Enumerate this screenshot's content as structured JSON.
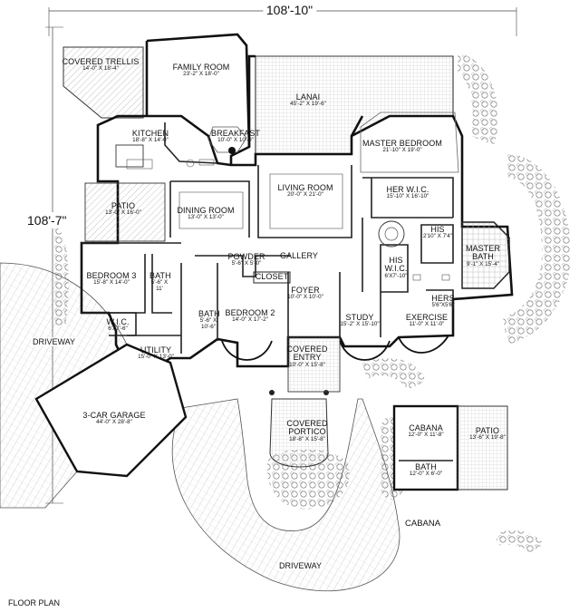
{
  "dimensions": {
    "overall_width": "108'-10\"",
    "overall_depth": "108'-7\""
  },
  "caption": "FLOOR PLAN",
  "cabana_caption": "CABANA",
  "driveways": {
    "left": "DRIVEWAY",
    "bottom": "DRIVEWAY"
  },
  "rooms": {
    "covered_trellis": {
      "name": "COVERED TRELLIS",
      "dim": "14'-0\" X 18'-4\""
    },
    "family_room": {
      "name": "FAMILY ROOM",
      "dim": "23'-2\" X 18'-0\""
    },
    "lanai": {
      "name": "LANAI",
      "dim": "45'-2\" X 19'-6\""
    },
    "kitchen": {
      "name": "KITCHEN",
      "dim": "18'-8\" X 14'-0\""
    },
    "breakfast": {
      "name": "BREAKFAST",
      "dim": "10'-0\" X 10'-0\""
    },
    "master_bedroom": {
      "name": "MASTER BEDROOM",
      "dim": "21'-10\" X 19'-0\""
    },
    "patio": {
      "name": "PATIO",
      "dim": "13'-0\" X 16'-0\""
    },
    "dining_room": {
      "name": "DINING ROOM",
      "dim": "13'-0\" X 13'-0\""
    },
    "living_room": {
      "name": "LIVING ROOM",
      "dim": "20'-0\" X 21'-0\""
    },
    "her_wic": {
      "name": "HER W.I.C.",
      "dim": "15'-10\" X 16'-10\""
    },
    "his": {
      "name": "HIS",
      "dim": "2'10\" X 7'4\""
    },
    "master_bath": {
      "name": "MASTER BATH",
      "dim": "9'-1\" X 15'-4\""
    },
    "gallery": {
      "name": "GALLERY"
    },
    "powder": {
      "name": "POWDER",
      "dim": "5'-6\" X 5'-0\""
    },
    "closet": {
      "name": "CLOSET"
    },
    "bedroom3": {
      "name": "BEDROOM 3",
      "dim": "15'-8\" X 14'-0\""
    },
    "bath_left": {
      "name": "BATH",
      "dim": "5'-6\" X 11'"
    },
    "bath_mid": {
      "name": "BATH",
      "dim": "5'-6\" X 10'-6\""
    },
    "foyer": {
      "name": "FOYER",
      "dim": "10'-0\" X 10'-0\""
    },
    "his_wic": {
      "name": "HIS W.I.C.",
      "dim": "6'X7'-10\""
    },
    "hers": {
      "name": "HERS",
      "dim": "5'6\"X5'6\""
    },
    "wic": {
      "name": "W.I.C.",
      "dim": "6'X7'-6\""
    },
    "bedroom2": {
      "name": "BEDROOM 2",
      "dim": "14'-0\" X 17'-2\""
    },
    "study": {
      "name": "STUDY",
      "dim": "15'-2\" X 15'-10\""
    },
    "exercise": {
      "name": "EXERCISE",
      "dim": "11'-0\" X 11'-0\""
    },
    "utility": {
      "name": "UTILITY",
      "dim": "15'-0\" X 13'-0\""
    },
    "covered_entry": {
      "name": "COVERED ENTRY",
      "dim": "10'-0\" X 15'-8\""
    },
    "garage": {
      "name": "3-CAR GARAGE",
      "dim": "44'-0\" X 28'-8\""
    },
    "covered_portico": {
      "name": "COVERED PORTICO",
      "dim": "18'-8\" X 15'-8\""
    },
    "cabana": {
      "name": "CABANA",
      "dim": "12'-0\" X 11'-8\""
    },
    "cabana_patio": {
      "name": "PATIO",
      "dim": "13'-6\" X 19'-8\""
    },
    "cabana_bath": {
      "name": "BATH",
      "dim": "12'-0\" X 6'-0\""
    }
  }
}
